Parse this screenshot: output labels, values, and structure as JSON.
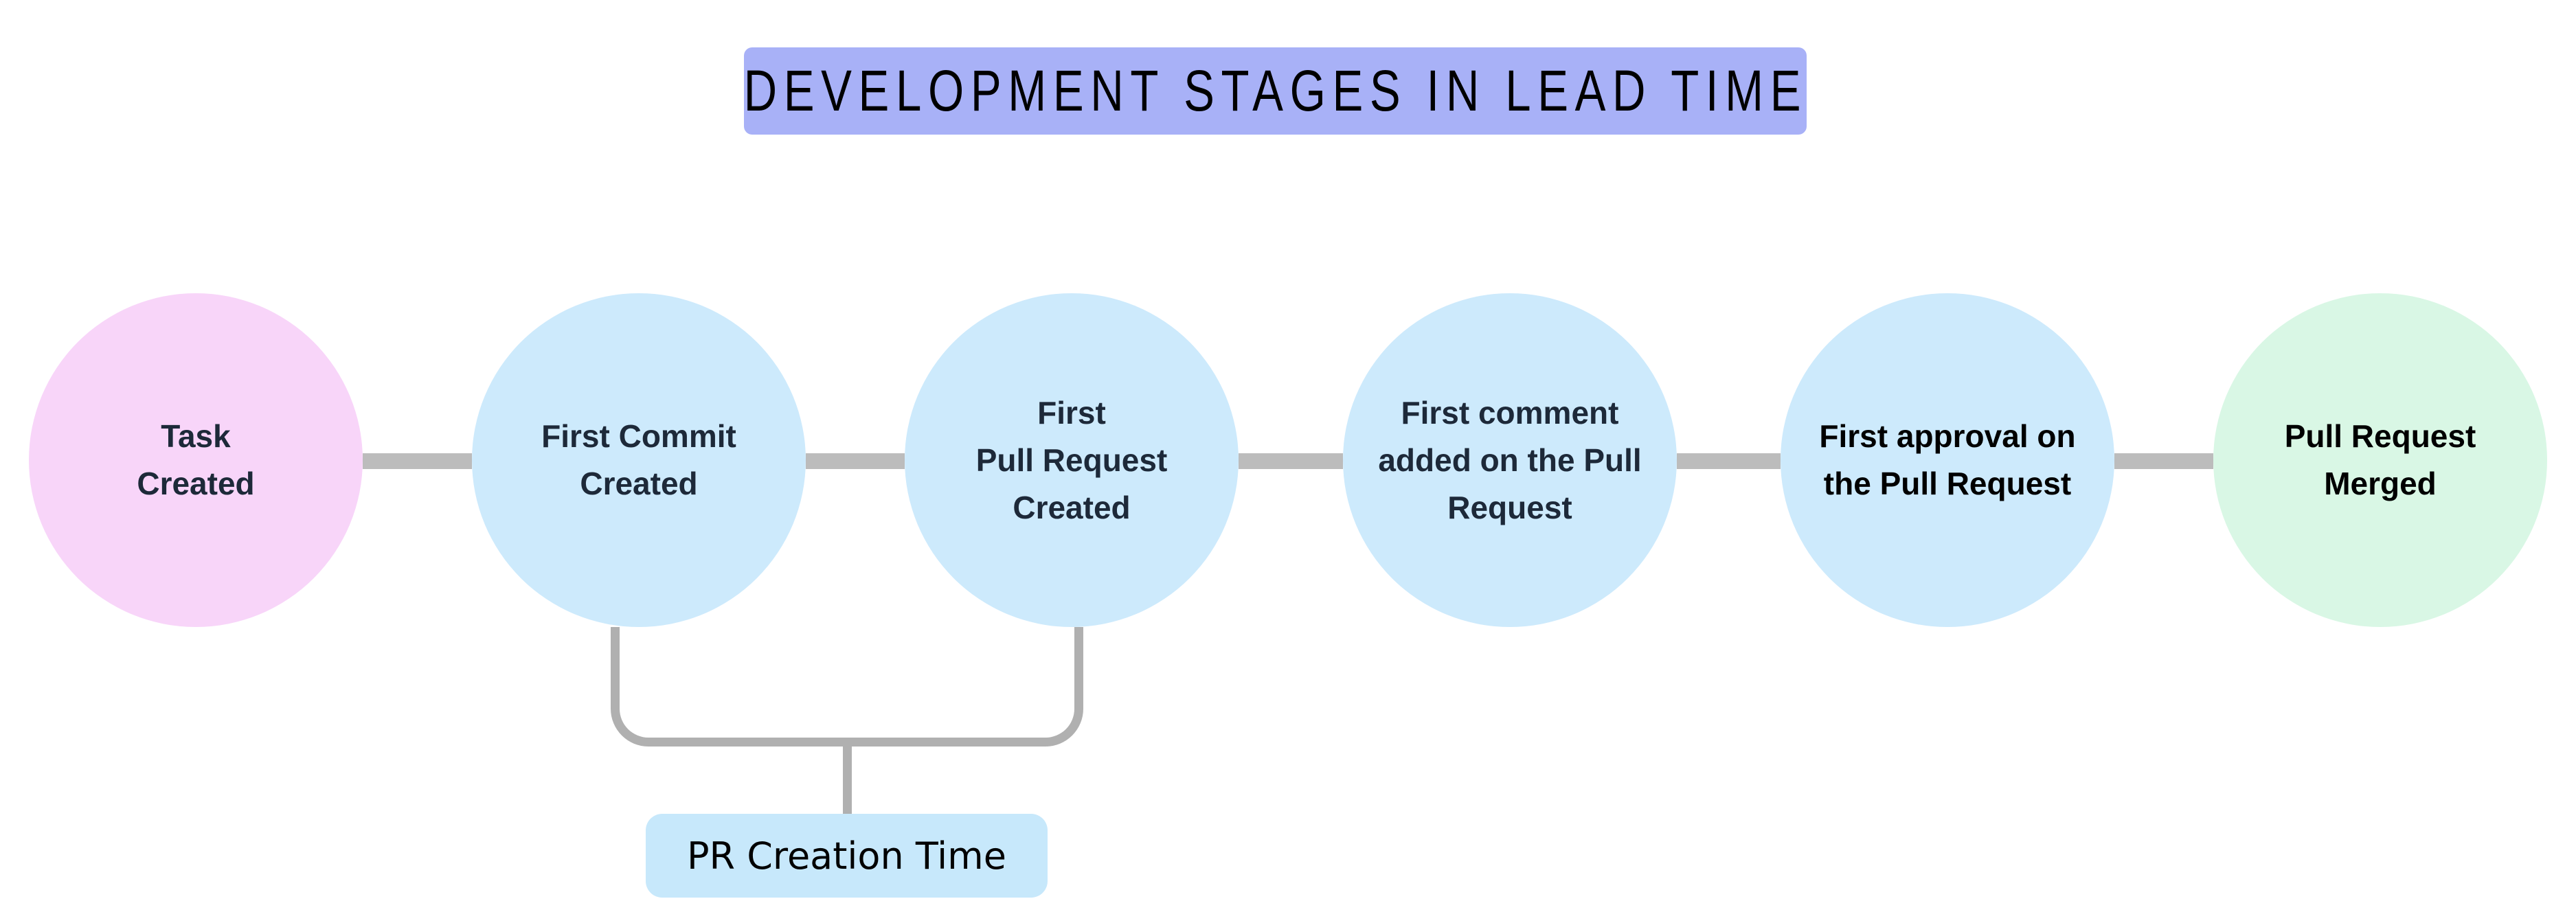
{
  "title": {
    "text": "DEVELOPMENT STAGES IN LEAD TIME",
    "bg_color": "#a8b1f7",
    "text_color": "#000000"
  },
  "stages": [
    {
      "id": "task-created",
      "label": "Task\nCreated",
      "fill": "#f8d5f9",
      "text_color": "#1d2939"
    },
    {
      "id": "first-commit-created",
      "label": "First Commit\nCreated",
      "fill": "#cdeafc",
      "text_color": "#1d2939"
    },
    {
      "id": "first-pull-request-created",
      "label": "First\nPull Request\nCreated",
      "fill": "#cdeafc",
      "text_color": "#1d2939"
    },
    {
      "id": "first-comment-added",
      "label": "First comment\nadded on the Pull\nRequest",
      "fill": "#cdeafc",
      "text_color": "#1d2939"
    },
    {
      "id": "first-approval",
      "label": "First approval on\nthe Pull Request",
      "fill": "#cdeafc",
      "text_color": "#000000"
    },
    {
      "id": "pull-request-merged",
      "label": "Pull Request\nMerged",
      "fill": "#d9f7e5",
      "text_color": "#000000"
    }
  ],
  "connector_color": "#bcbcbc",
  "bracket_color": "#b0b0b0",
  "annotation": {
    "label": "PR Creation Time",
    "fill": "#c7e8fb",
    "text_color": "#000000",
    "spans_stages": [
      "first-commit-created",
      "first-pull-request-created"
    ]
  }
}
